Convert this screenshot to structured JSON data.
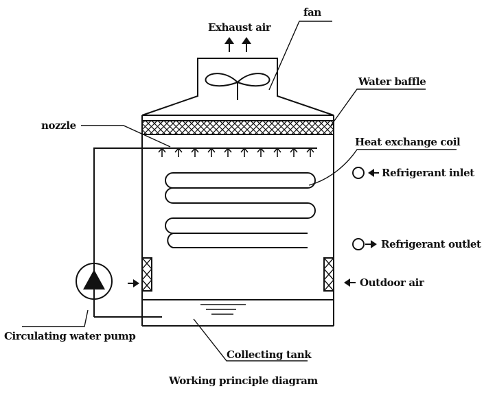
{
  "labels": {
    "fan": "fan",
    "exhaust_air": "Exhaust air",
    "water_baffle": "Water baffle",
    "nozzle": "nozzle",
    "heat_exchange_coil": "Heat exchange coil",
    "refrigerant_inlet": "Refrigerant inlet",
    "refrigerant_outlet": "Refrigerant outlet",
    "outdoor_air": "Outdoor air",
    "circulating_water_pump": "Circulating water pump",
    "collecting_tank": "Collecting tank"
  },
  "caption": "Working principle diagram",
  "colors": {
    "line": "#111111",
    "background": "#ffffff"
  }
}
